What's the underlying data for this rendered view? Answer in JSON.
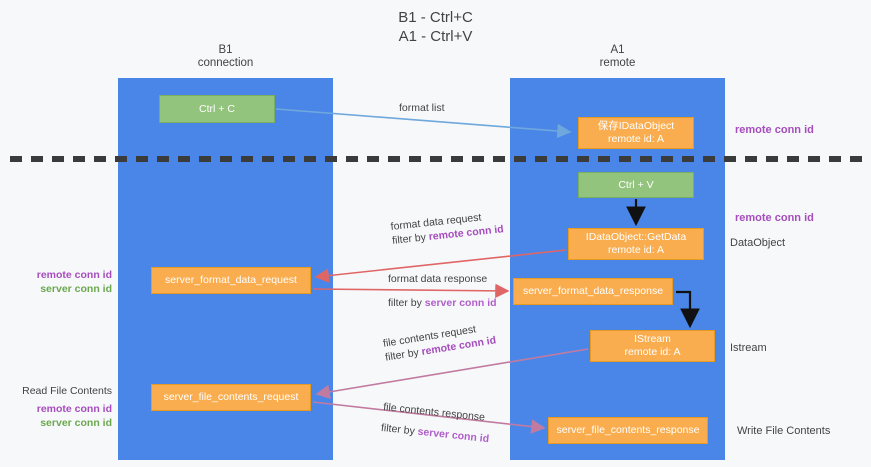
{
  "title": {
    "line1": "B1 - Ctrl+C",
    "line2": "A1 - Ctrl+V"
  },
  "lanes": [
    {
      "id": "b1",
      "name": "B1",
      "sub": "connection",
      "color": "#4a86e8"
    },
    {
      "id": "a1",
      "name": "A1",
      "sub": "remote",
      "color": "#4a86e8"
    }
  ],
  "boxes": {
    "ctrl_c": {
      "line1": "Ctrl + C",
      "line2": "",
      "color": "#93c47d"
    },
    "save_idataobject": {
      "line1": "保存IDataObject",
      "line2": "remote id: A",
      "color": "#f9ad4f"
    },
    "ctrl_v": {
      "line1": "Ctrl + V",
      "line2": "",
      "color": "#93c47d"
    },
    "getdata": {
      "line1": "IDataObject::GetData",
      "line2": "remote id: A",
      "color": "#f9ad4f"
    },
    "server_format_data_request": {
      "line1": "server_format_data_request",
      "line2": "",
      "color": "#f9ad4f"
    },
    "server_format_data_response": {
      "line1": "server_format_data_response",
      "line2": "",
      "color": "#f9ad4f"
    },
    "istream": {
      "line1": "IStream",
      "line2": "remote id: A",
      "color": "#f9ad4f"
    },
    "server_file_contents_request": {
      "line1": "server_file_contents_request",
      "line2": "",
      "color": "#f9ad4f"
    },
    "server_file_contents_response": {
      "line1": "server_file_contents_response",
      "line2": "",
      "color": "#f9ad4f"
    }
  },
  "arrow_labels": {
    "format_list": "format list",
    "format_data_request": "format data request",
    "format_data_request_filter_prefix": "filter by ",
    "format_data_request_filter_key": "remote conn id",
    "format_data_response": "format data response",
    "format_data_response_filter_prefix": "filter by ",
    "format_data_response_filter_key": "server conn id",
    "file_contents_request": "file contents request",
    "file_contents_request_filter_prefix": "filter by ",
    "file_contents_request_filter_key": "remote conn id",
    "file_contents_response": "file contents response",
    "file_contents_response_filter_prefix": "filter by ",
    "file_contents_response_filter_key": "server conn id"
  },
  "right_labels": {
    "remote_conn_id_top": "remote conn id",
    "remote_conn_id_mid": "remote conn id",
    "data_object": "DataObject",
    "istream": "Istream",
    "write_file_contents": "Write File Contents"
  },
  "left_labels": {
    "legend_mid_remote": "remote conn id",
    "legend_mid_server": "server conn id",
    "read_file_contents": "Read File Contents",
    "legend_bottom_remote": "remote conn id",
    "legend_bottom_server": "server conn id"
  },
  "colors": {
    "lane": "#4a86e8",
    "green_box": "#93c47d",
    "orange_box": "#f9ad4f",
    "remote_conn_id": "#a64dbd",
    "server_conn_id": "#6aa84f",
    "arrow_blue": "#6fa8dc",
    "arrow_red": "#e06666",
    "arrow_purple": "#c27ba0",
    "arrow_black": "#000000",
    "background": "#f7f8fa",
    "text": "#434343"
  }
}
